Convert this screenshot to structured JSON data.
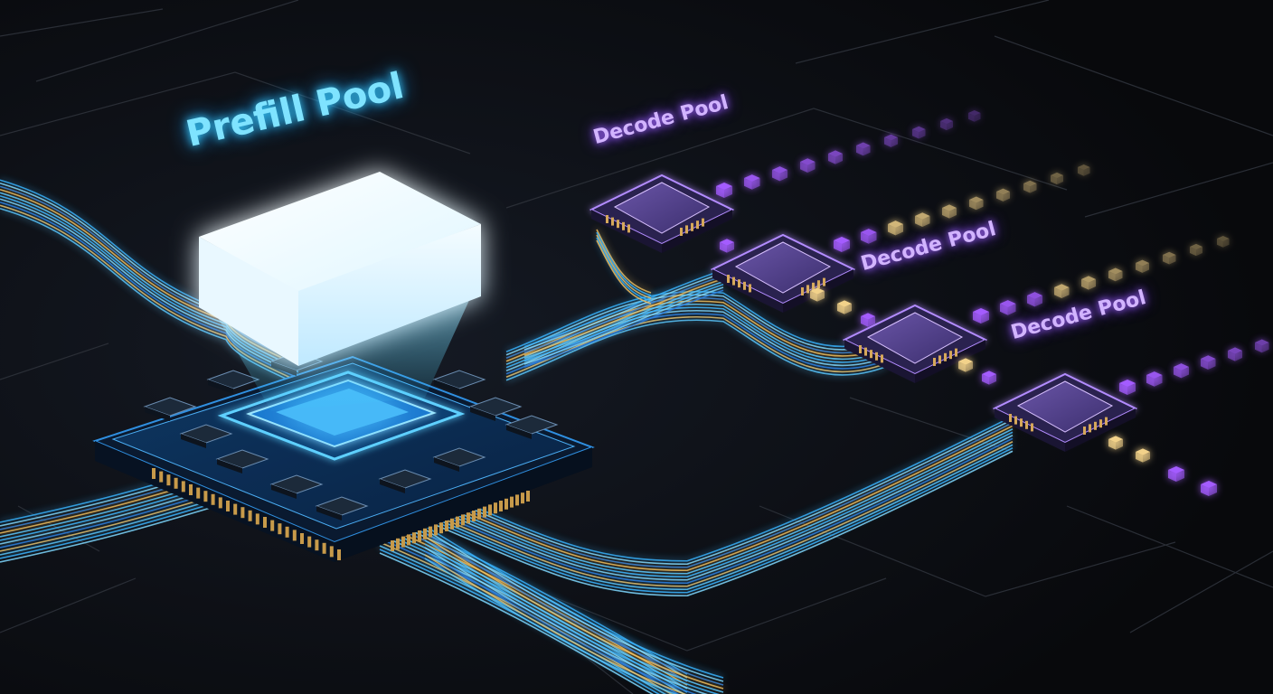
{
  "labels": {
    "prefill": "Prefill Pool",
    "decode": [
      "Decode Pool",
      "Decode Pool",
      "Decode Pool"
    ]
  },
  "colors": {
    "background": "#0b0c10",
    "prefill_accent": "#3ad0ff",
    "decode_accent": "#a66bff",
    "token_gold": "#f2d28a",
    "token_purple": "#a45cff"
  },
  "icons": [
    "prefill-processor-icon",
    "decode-chip-icon",
    "token-cube-icon"
  ]
}
